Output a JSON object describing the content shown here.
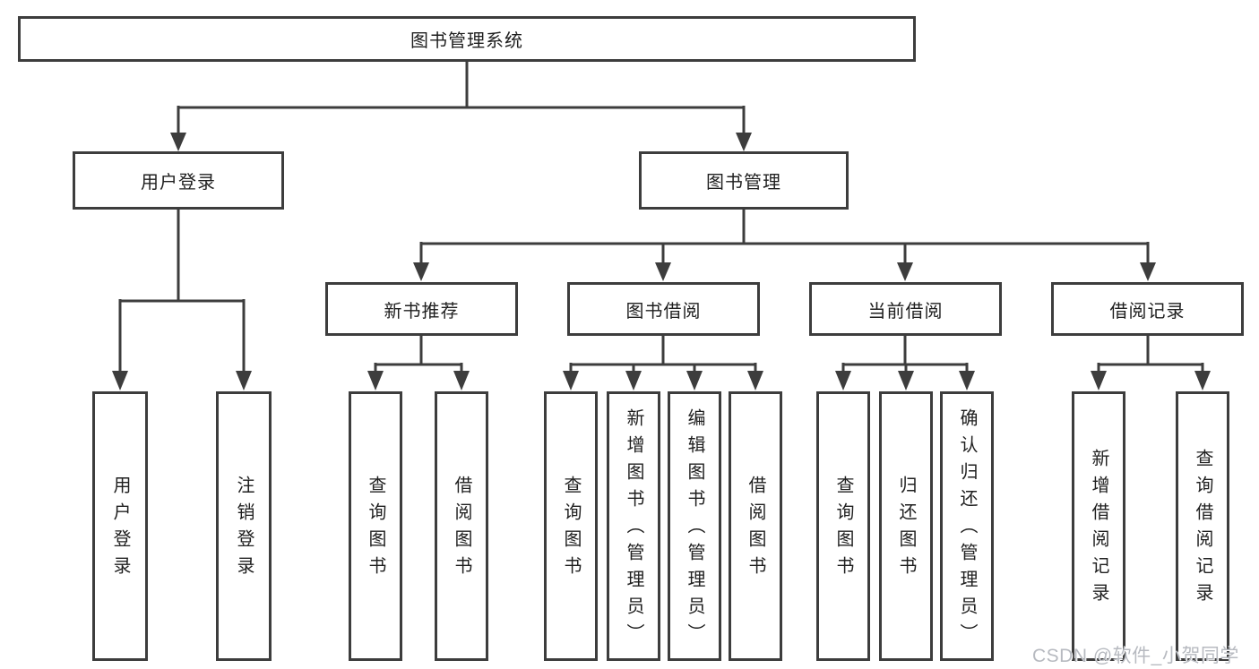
{
  "nodes": {
    "root": "图书管理系统",
    "user_login": "用户登录",
    "book_management": "图书管理",
    "new_book_recommend": "新书推荐",
    "book_borrowing": "图书借阅",
    "current_borrowing": "当前借阅",
    "borrow_records": "借阅记录"
  },
  "leaves": {
    "user_login": [
      "用户登录",
      "注销登录"
    ],
    "new_book_recommend": [
      "查询图书",
      "借阅图书"
    ],
    "book_borrowing": [
      "查询图书",
      "新增图书（管理员）",
      "编辑图书（管理员）",
      "借阅图书"
    ],
    "current_borrowing": [
      "查询图书",
      "归还图书",
      "确认归还（管理员）"
    ],
    "borrow_records": [
      "新增借阅记录",
      "查询借阅记录"
    ]
  },
  "watermark": "CSDN @软件_小贺同学",
  "colors": {
    "line": "#3d3d3d",
    "box_border": "#3d3d3d",
    "box_fill": "#ffffff",
    "text": "#1f1f1f",
    "watermark": "#b7bac0",
    "background": "#ffffff"
  }
}
